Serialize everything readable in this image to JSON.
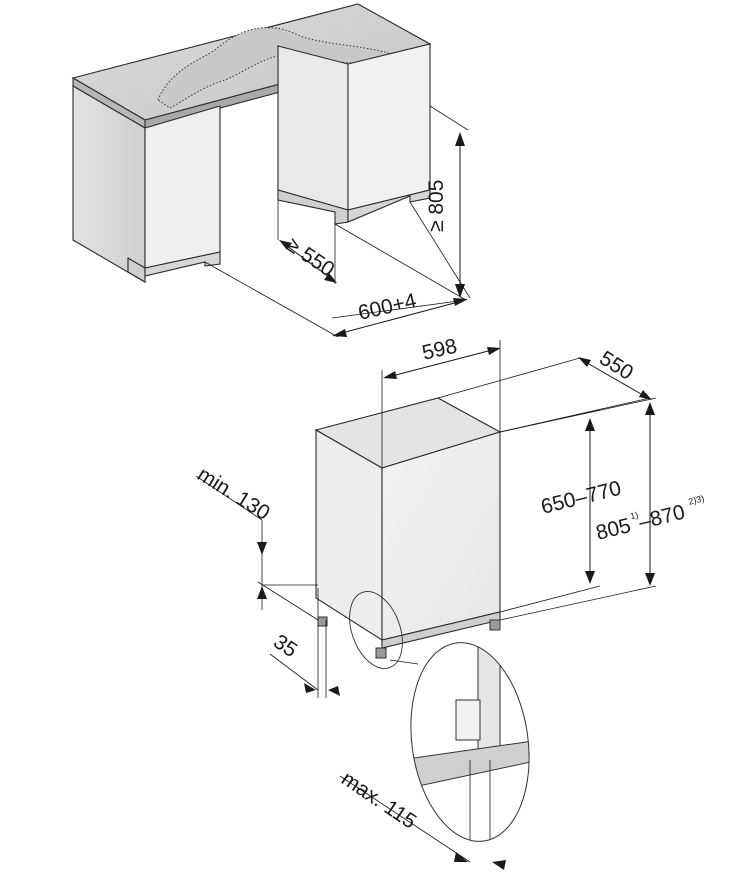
{
  "installation_niche": {
    "height_min": "≥ 805",
    "depth_min": "≥ 550",
    "width": "600+4"
  },
  "appliance": {
    "width": "598",
    "depth": "550",
    "height_range": "650–770",
    "niche_height_from": "805",
    "niche_height_from_note": "1)",
    "niche_height_to": "–870",
    "niche_height_to_note": "2)3)",
    "plinth_height_min": "min. 130",
    "plinth_depth": "35",
    "door_protrusion_max": "max. 115"
  }
}
